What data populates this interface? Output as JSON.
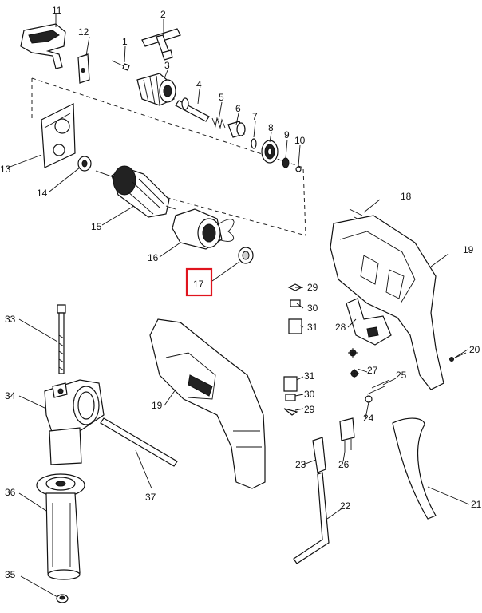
{
  "labels": {
    "p1": "1",
    "p2": "2",
    "p3": "3",
    "p4": "4",
    "p5": "5",
    "p6": "6",
    "p7": "7",
    "p8": "8",
    "p9": "9",
    "p10": "10",
    "p11": "11",
    "p12": "12",
    "p13": "13",
    "p14": "14",
    "p15": "15",
    "p16": "16",
    "p17": "17",
    "p18": "18",
    "p19a": "19",
    "p19b": "19",
    "p20": "20",
    "p21": "21",
    "p22": "22",
    "p23": "23",
    "p24": "24",
    "p25": "25",
    "p26": "26",
    "p27": "27",
    "p28": "28",
    "p29a": "29",
    "p29b": "29",
    "p30a": "30",
    "p30b": "30",
    "p31a": "31",
    "p31b": "31",
    "p33": "33",
    "p34": "34",
    "p35": "35",
    "p36": "36",
    "p37": "37"
  },
  "highlight": {
    "label": "17",
    "color": "#e0141e"
  }
}
